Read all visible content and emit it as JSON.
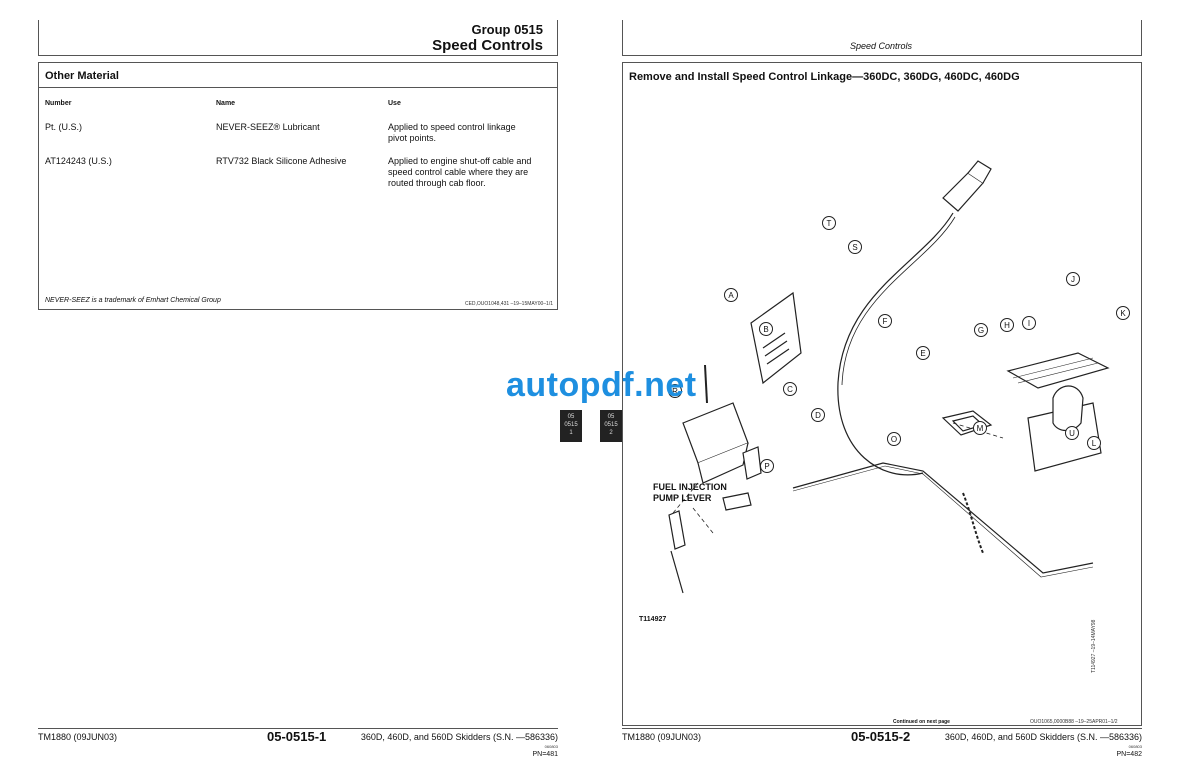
{
  "left_page": {
    "group_label": "Group 0515",
    "group_title": "Speed Controls",
    "box_title": "Other Material",
    "columns": [
      "Number",
      "Name",
      "Use"
    ],
    "rows": [
      {
        "number": "Pt. (U.S.)",
        "name": "NEVER-SEEZ® Lubricant",
        "use": [
          "Applied to speed control linkage",
          "pivot points."
        ]
      },
      {
        "number": "AT124243 (U.S.)",
        "name": "RTV732 Black Silicone Adhesive",
        "use": [
          "Applied to engine shut-off cable and",
          "speed control cable where they are",
          "routed through cab floor."
        ]
      }
    ],
    "trademark_note": "NEVER-SEEZ is a trademark of Emhart Chemical Group",
    "ref_code": "CED,OUO1048,431   –19–15MAY00–1/1",
    "footer_left": "TM1880 (09JUN03)",
    "page_number": "05-0515-1",
    "footer_title": "360D, 460D, and 560D Skidders (S.N. —586336)",
    "footer_small": "060803",
    "footer_pn": "PN=481",
    "tab_lines": [
      "05",
      "0515",
      "1"
    ]
  },
  "right_page": {
    "header_title": "Speed Controls",
    "section_title": "Remove and Install Speed Control Linkage—360DC, 360DG, 460DC, 460DG",
    "callout_letters": [
      "A",
      "B",
      "C",
      "D",
      "E",
      "F",
      "G",
      "H",
      "I",
      "J",
      "K",
      "L",
      "M",
      "O",
      "P",
      "R",
      "S",
      "T",
      "U"
    ],
    "figure_label_line1": "FUEL INJECTION",
    "figure_label_line2": "PUMP LEVER",
    "figure_id": "T114927",
    "side_code": "T114927  –19–14MAY98",
    "continued": "Continued on next page",
    "ref_code": "OUO1065,0000B88   –19–25APR01–1/2",
    "footer_left": "TM1880 (09JUN03)",
    "page_number": "05-0515-2",
    "footer_title": "360D, 460D, and 560D Skidders (S.N. —586336)",
    "footer_small": "060803",
    "footer_pn": "PN=482",
    "tab_lines": [
      "05",
      "0515",
      "2"
    ]
  },
  "watermark": "autopdf.net",
  "colors": {
    "watermark": "#1e8fe0",
    "rule": "#555555",
    "tab": "#222222"
  }
}
